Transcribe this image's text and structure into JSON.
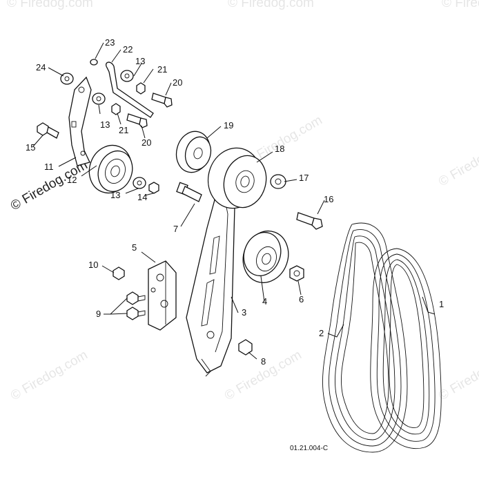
{
  "watermark": {
    "text": "© Firedog.com",
    "color": "#000000"
  },
  "reference_code": "01.21.004-C",
  "callouts": {
    "c1": "1",
    "c2": "2",
    "c3": "3",
    "c4": "4",
    "c5": "5",
    "c6": "6",
    "c7": "7",
    "c8": "8",
    "c9": "9",
    "c10": "10",
    "c11": "11",
    "c12": "12",
    "c13a": "13",
    "c13b": "13",
    "c13c": "13",
    "c14": "14",
    "c15": "15",
    "c16": "16",
    "c17": "17",
    "c18": "18",
    "c19": "19",
    "c20a": "20",
    "c20b": "20",
    "c21a": "21",
    "c21b": "21",
    "c22": "22",
    "c23": "23",
    "c24": "24"
  }
}
